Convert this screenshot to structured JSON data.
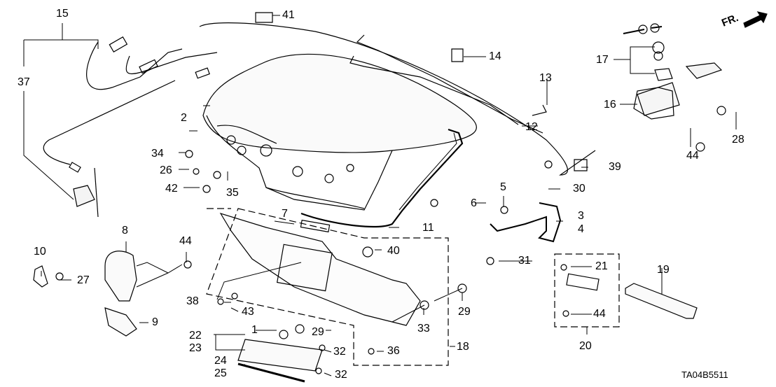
{
  "diagram": {
    "title_code": "TA04B5511",
    "direction_label": "FR.",
    "callouts": {
      "p1": "1",
      "p2": "2",
      "p3": "3",
      "p4": "4",
      "p5": "5",
      "p6": "6",
      "p7": "7",
      "p8": "8",
      "p9": "9",
      "p10": "10",
      "p11": "11",
      "p12": "12",
      "p13": "13",
      "p14": "14",
      "p15": "15",
      "p16": "16",
      "p17": "17",
      "p18": "18",
      "p19": "19",
      "p20": "20",
      "p21": "21",
      "p22": "22",
      "p23": "23",
      "p24": "24",
      "p25": "25",
      "p26": "26",
      "p27": "27",
      "p28": "28",
      "p29a": "29",
      "p29b": "29",
      "p30": "30",
      "p31": "31",
      "p32a": "32",
      "p32b": "32",
      "p33": "33",
      "p34": "34",
      "p35": "35",
      "p36": "36",
      "p37": "37",
      "p38": "38",
      "p39": "39",
      "p40": "40",
      "p41": "41",
      "p42": "42",
      "p43": "43",
      "p44a": "44",
      "p44b": "44",
      "p44c": "44"
    }
  }
}
